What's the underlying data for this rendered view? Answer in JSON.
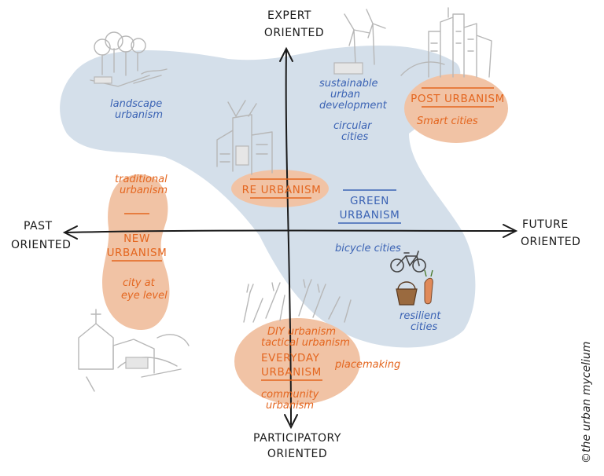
{
  "axes": {
    "top": [
      "EXPERT",
      "ORIENTED"
    ],
    "bottom": [
      "PARTICIPATORY",
      "ORIENTED"
    ],
    "left": [
      "PAST",
      "ORIENTED"
    ],
    "right": [
      "FUTURE",
      "ORIENTED"
    ]
  },
  "regions": {
    "landscape": [
      "landscape",
      "urbanism"
    ],
    "sustainable": [
      "sustainable",
      "urban",
      "development"
    ],
    "circular": [
      "circular",
      "cities"
    ],
    "post_urbanism": "POST URBANISM",
    "smart_cities": "Smart cities",
    "traditional": [
      "traditional",
      "urbanism"
    ],
    "new_urbanism": [
      "NEW",
      "URBANISM"
    ],
    "city_eye": [
      "city at",
      "eye level"
    ],
    "re_urbanism": "RE URBANISM",
    "green_urbanism": [
      "GREEN",
      "URBANISM"
    ],
    "bicycle": "bicycle cities",
    "resilient": [
      "resilient",
      "cities"
    ],
    "diy": "DIY urbanism",
    "tactical": "tactical urbanism",
    "everyday": [
      "EVERYDAY",
      "URBANISM"
    ],
    "placemaking": "placemaking",
    "community": [
      "community",
      "urbanism"
    ]
  },
  "credit": "©the urban mycelium",
  "colors": {
    "blue_blob": "#d4dfea",
    "orange_blob": "#f1c3a5",
    "blue_text": "#3b63b4",
    "orange_text": "#e4661f",
    "axis": "#1a1a1a",
    "sketch": "#b7b7b7"
  },
  "icons": [
    "wind-turbine-icon",
    "skyscraper-icon",
    "tree-icon",
    "bicycle-icon",
    "basket-icon",
    "raised-hands-icon",
    "church-icon",
    "building-block-icon"
  ]
}
